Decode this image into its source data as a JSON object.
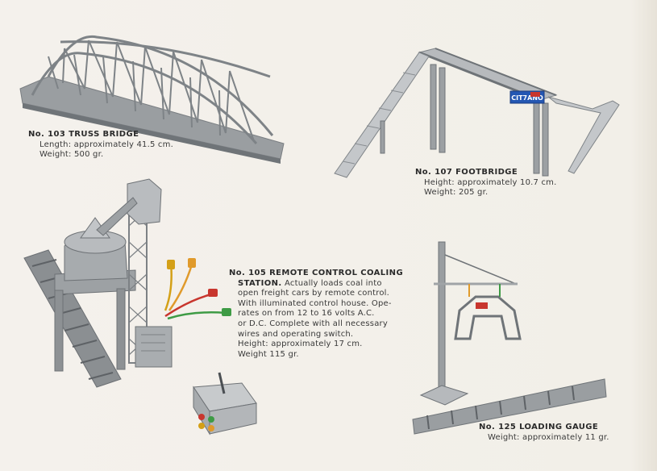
{
  "products": {
    "truss_bridge": {
      "title": "No. 103 TRUSS BRIDGE",
      "length": "Length: approximately 41.5 cm.",
      "weight": "Weight: 500 gr."
    },
    "footbridge": {
      "title": "No. 107 FOOTBRIDGE",
      "height": "Height: approximately 10.7 cm.",
      "weight": "Weight: 205 gr.",
      "sign": "CIT7ANO"
    },
    "coaling_station": {
      "title": "No. 105 REMOTE CONTROL COALING",
      "title2": "STATION.",
      "desc_first": "Actually loads coal into",
      "lines": [
        "open freight cars by remote control.",
        "With illuminated control house. Ope-",
        "rates on from 12 to 16 volts A.C.",
        "or D.C. Complete with all necessary",
        "wires and operating switch.",
        "Height: approximately 17 cm.",
        "Weight 115 gr."
      ]
    },
    "loading_gauge": {
      "title": "No. 125 LOADING GAUGE",
      "weight": "Weight: approximately 11 gr."
    }
  },
  "colors": {
    "paper": "#f3f0ea",
    "metal": "#8f9396",
    "ink": "#3a3a3a",
    "sign_blue": "#2457b3",
    "sign_red": "#c8362e"
  }
}
